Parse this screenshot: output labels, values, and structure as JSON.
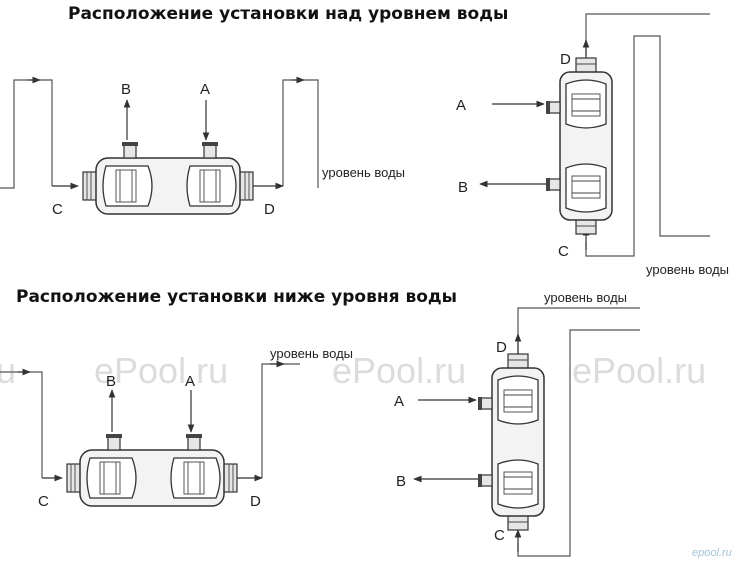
{
  "sections": {
    "above": {
      "title": "Расположение установки над уровнем воды",
      "water_level": "уровень воды",
      "horizontal_ports": {
        "inlet_a": "A",
        "outlet_b": "B",
        "inlet_c": "C",
        "outlet_d": "D"
      },
      "vertical_ports": {
        "inlet_a": "A",
        "outlet_b": "B",
        "inlet_c": "C",
        "outlet_d": "D"
      },
      "vertical_water_level": "уровень воды"
    },
    "below": {
      "title": "Расположение установки ниже уровня воды",
      "water_level": "уровень воды",
      "horizontal_ports": {
        "inlet_a": "A",
        "outlet_b": "B",
        "inlet_c": "C",
        "outlet_d": "D"
      },
      "vertical_ports": {
        "inlet_a": "A",
        "outlet_b": "B",
        "inlet_c": "C",
        "outlet_d": "D"
      },
      "vertical_water_level": "уровень воды"
    }
  },
  "watermarks": [
    "u",
    "ePool.ru",
    "ePool.ru",
    "ePool.ru"
  ],
  "corner_watermark": "epool.ru",
  "colors": {
    "line": "#333333",
    "watermark": "#dcdcdc",
    "corner_watermark": "#a0c4d8"
  }
}
